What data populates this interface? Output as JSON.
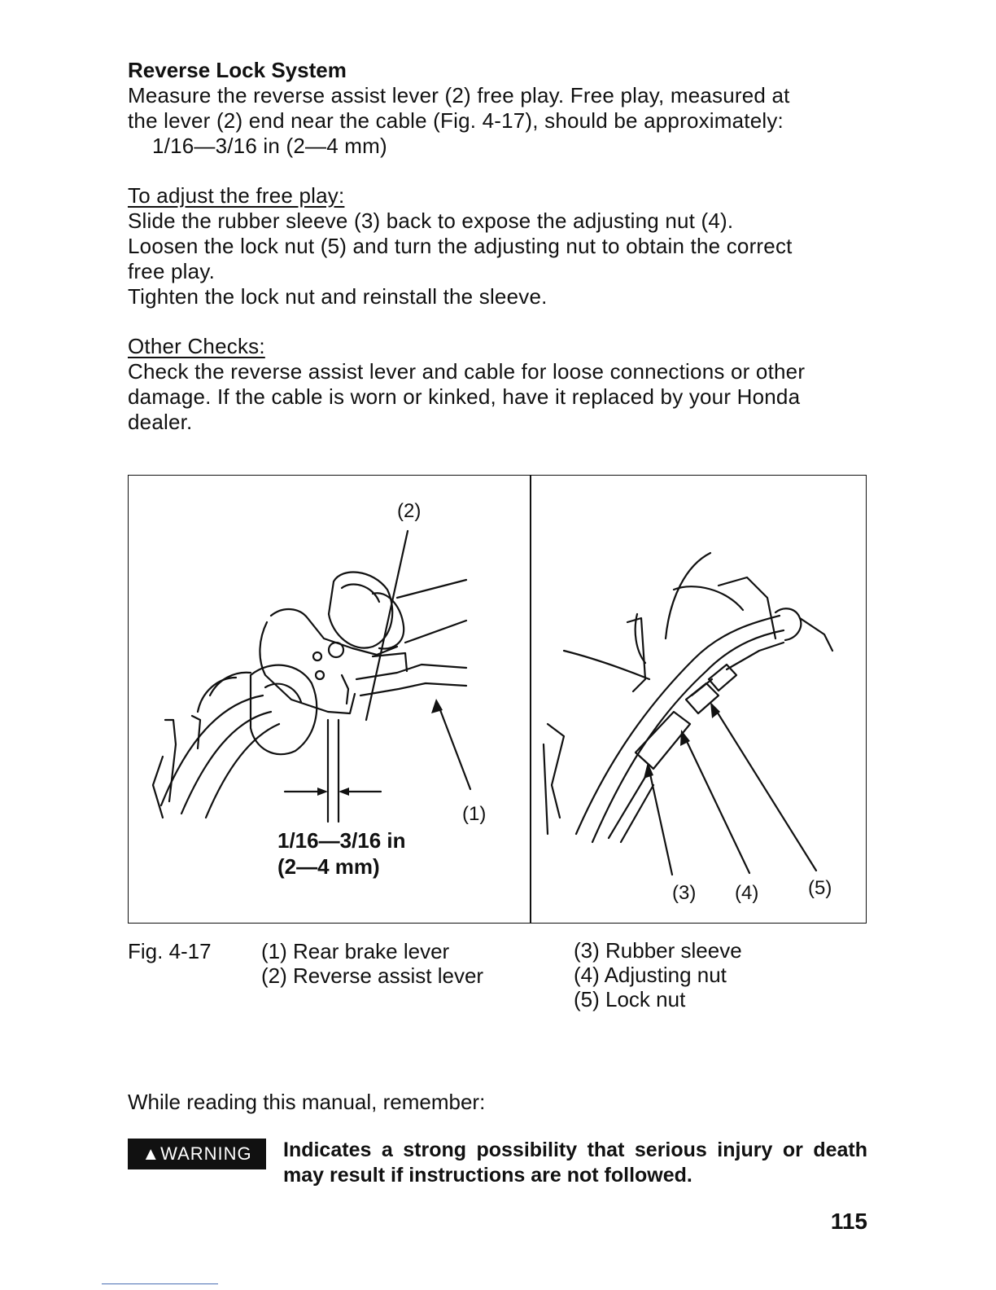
{
  "section": {
    "heading": "Reverse Lock System",
    "intro_line1": "Measure the reverse assist lever (2) free play. Free play, measured at",
    "intro_line2": "the lever (2) end near the cable (Fig. 4-17), should be approximately:",
    "spec": "1/16—3/16 in (2—4 mm)"
  },
  "adjust": {
    "subheading": "To adjust the free play:",
    "step1": "Slide the rubber sleeve (3) back to expose the adjusting nut (4).",
    "step2_line1": "Loosen the lock nut (5) and turn the adjusting nut to obtain the correct",
    "step2_line2": "free play.",
    "step3": "Tighten the lock nut and reinstall the sleeve."
  },
  "other": {
    "subheading": "Other Checks:",
    "line1": "Check the reverse assist lever and cable for loose connections or other",
    "line2": "damage. If the cable is worn or kinked, have it replaced by your Honda",
    "line3": "dealer."
  },
  "figure": {
    "left_callouts": {
      "c2": "(2)",
      "c1": "(1)"
    },
    "dimension_line1": "1/16—3/16 in",
    "dimension_line2": "(2—4 mm)",
    "right_callouts": {
      "c3": "(3)",
      "c4": "(4)",
      "c5": "(5)"
    },
    "caption": "Fig. 4-17",
    "legend_left": [
      "(1) Rear brake lever",
      "(2) Reverse assist lever"
    ],
    "legend_right": [
      "(3) Rubber sleeve",
      "(4) Adjusting nut",
      "(5) Lock nut"
    ]
  },
  "reminder": "While reading this manual, remember:",
  "warning": {
    "badge": "▲WARNING",
    "text": "Indicates a strong possibility that serious injury or death may result if instructions are not followed."
  },
  "page_number": "115"
}
